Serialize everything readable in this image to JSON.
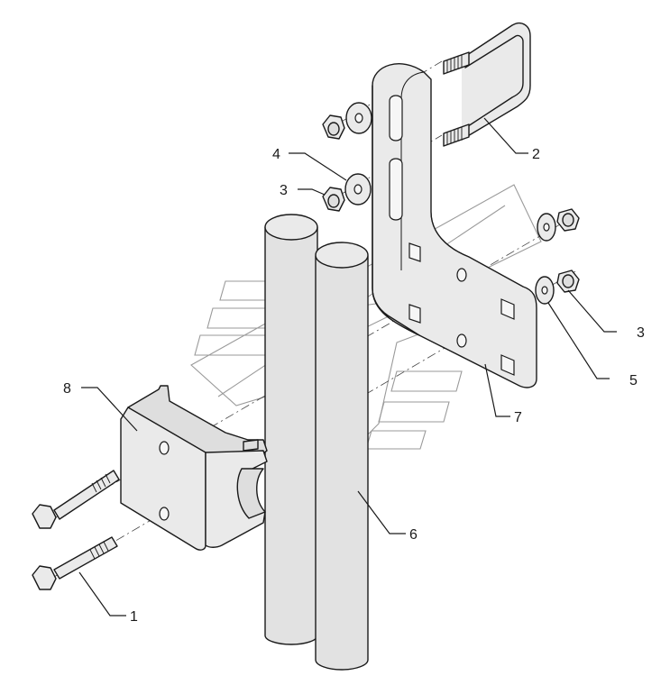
{
  "diagram": {
    "callouts": [
      {
        "id": "c1",
        "label": "1",
        "part": "hex-bolt"
      },
      {
        "id": "c2",
        "label": "2",
        "part": "u-bolt"
      },
      {
        "id": "c3a",
        "label": "3",
        "part": "hex-nut"
      },
      {
        "id": "c3b",
        "label": "3",
        "part": "hex-nut"
      },
      {
        "id": "c4",
        "label": "4",
        "part": "flat-washer"
      },
      {
        "id": "c5",
        "label": "5",
        "part": "flat-washer"
      },
      {
        "id": "c6",
        "label": "6",
        "part": "tube"
      },
      {
        "id": "c7",
        "label": "7",
        "part": "angle-bracket"
      },
      {
        "id": "c8",
        "label": "8",
        "part": "clamp-bracket"
      }
    ],
    "watermark": "logo",
    "colors": {
      "line": "#1a1a1a",
      "fill": "#eaeaea",
      "watermark": "#9a9a9a"
    }
  }
}
